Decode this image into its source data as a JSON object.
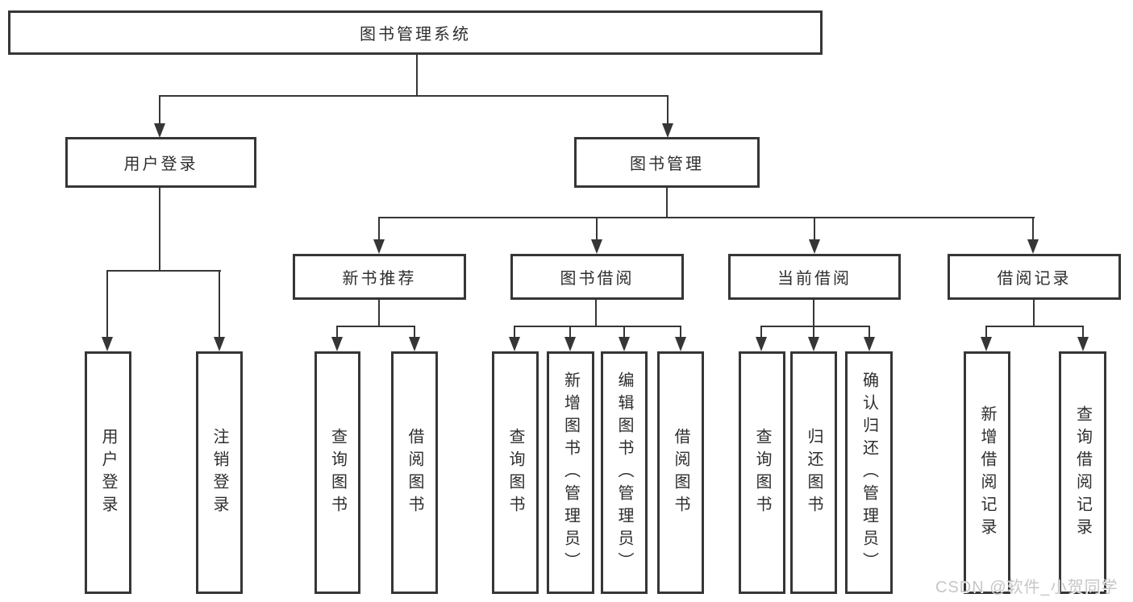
{
  "diagram": {
    "root": {
      "label": "图书管理系统"
    },
    "level2": [
      {
        "label": "用户登录"
      },
      {
        "label": "图书管理"
      }
    ],
    "level3": [
      {
        "label": "新书推荐"
      },
      {
        "label": "图书借阅"
      },
      {
        "label": "当前借阅"
      },
      {
        "label": "借阅记录"
      }
    ],
    "leaves": [
      {
        "label": "用户登录",
        "parent": "用户登录"
      },
      {
        "label": "注销登录",
        "parent": "用户登录"
      },
      {
        "label": "查询图书",
        "parent": "新书推荐"
      },
      {
        "label": "借阅图书",
        "parent": "新书推荐"
      },
      {
        "label": "查询图书",
        "parent": "图书借阅"
      },
      {
        "label": "新增图书（管理员）",
        "parent": "图书借阅"
      },
      {
        "label": "编辑图书（管理员）",
        "parent": "图书借阅"
      },
      {
        "label": "借阅图书",
        "parent": "图书借阅"
      },
      {
        "label": "查询图书",
        "parent": "当前借阅"
      },
      {
        "label": "归还图书",
        "parent": "当前借阅"
      },
      {
        "label": "确认归还（管理员）",
        "parent": "当前借阅"
      },
      {
        "label": "新增借阅记录",
        "parent": "借阅记录"
      },
      {
        "label": "查询借阅记录",
        "parent": "借阅记录"
      }
    ],
    "watermark": "CSDN @软件_小贺同学",
    "colors": {
      "line": "#363636",
      "text": "#2e2e2e",
      "watermark": "#c6c6c6",
      "background": "#ffffff"
    }
  }
}
